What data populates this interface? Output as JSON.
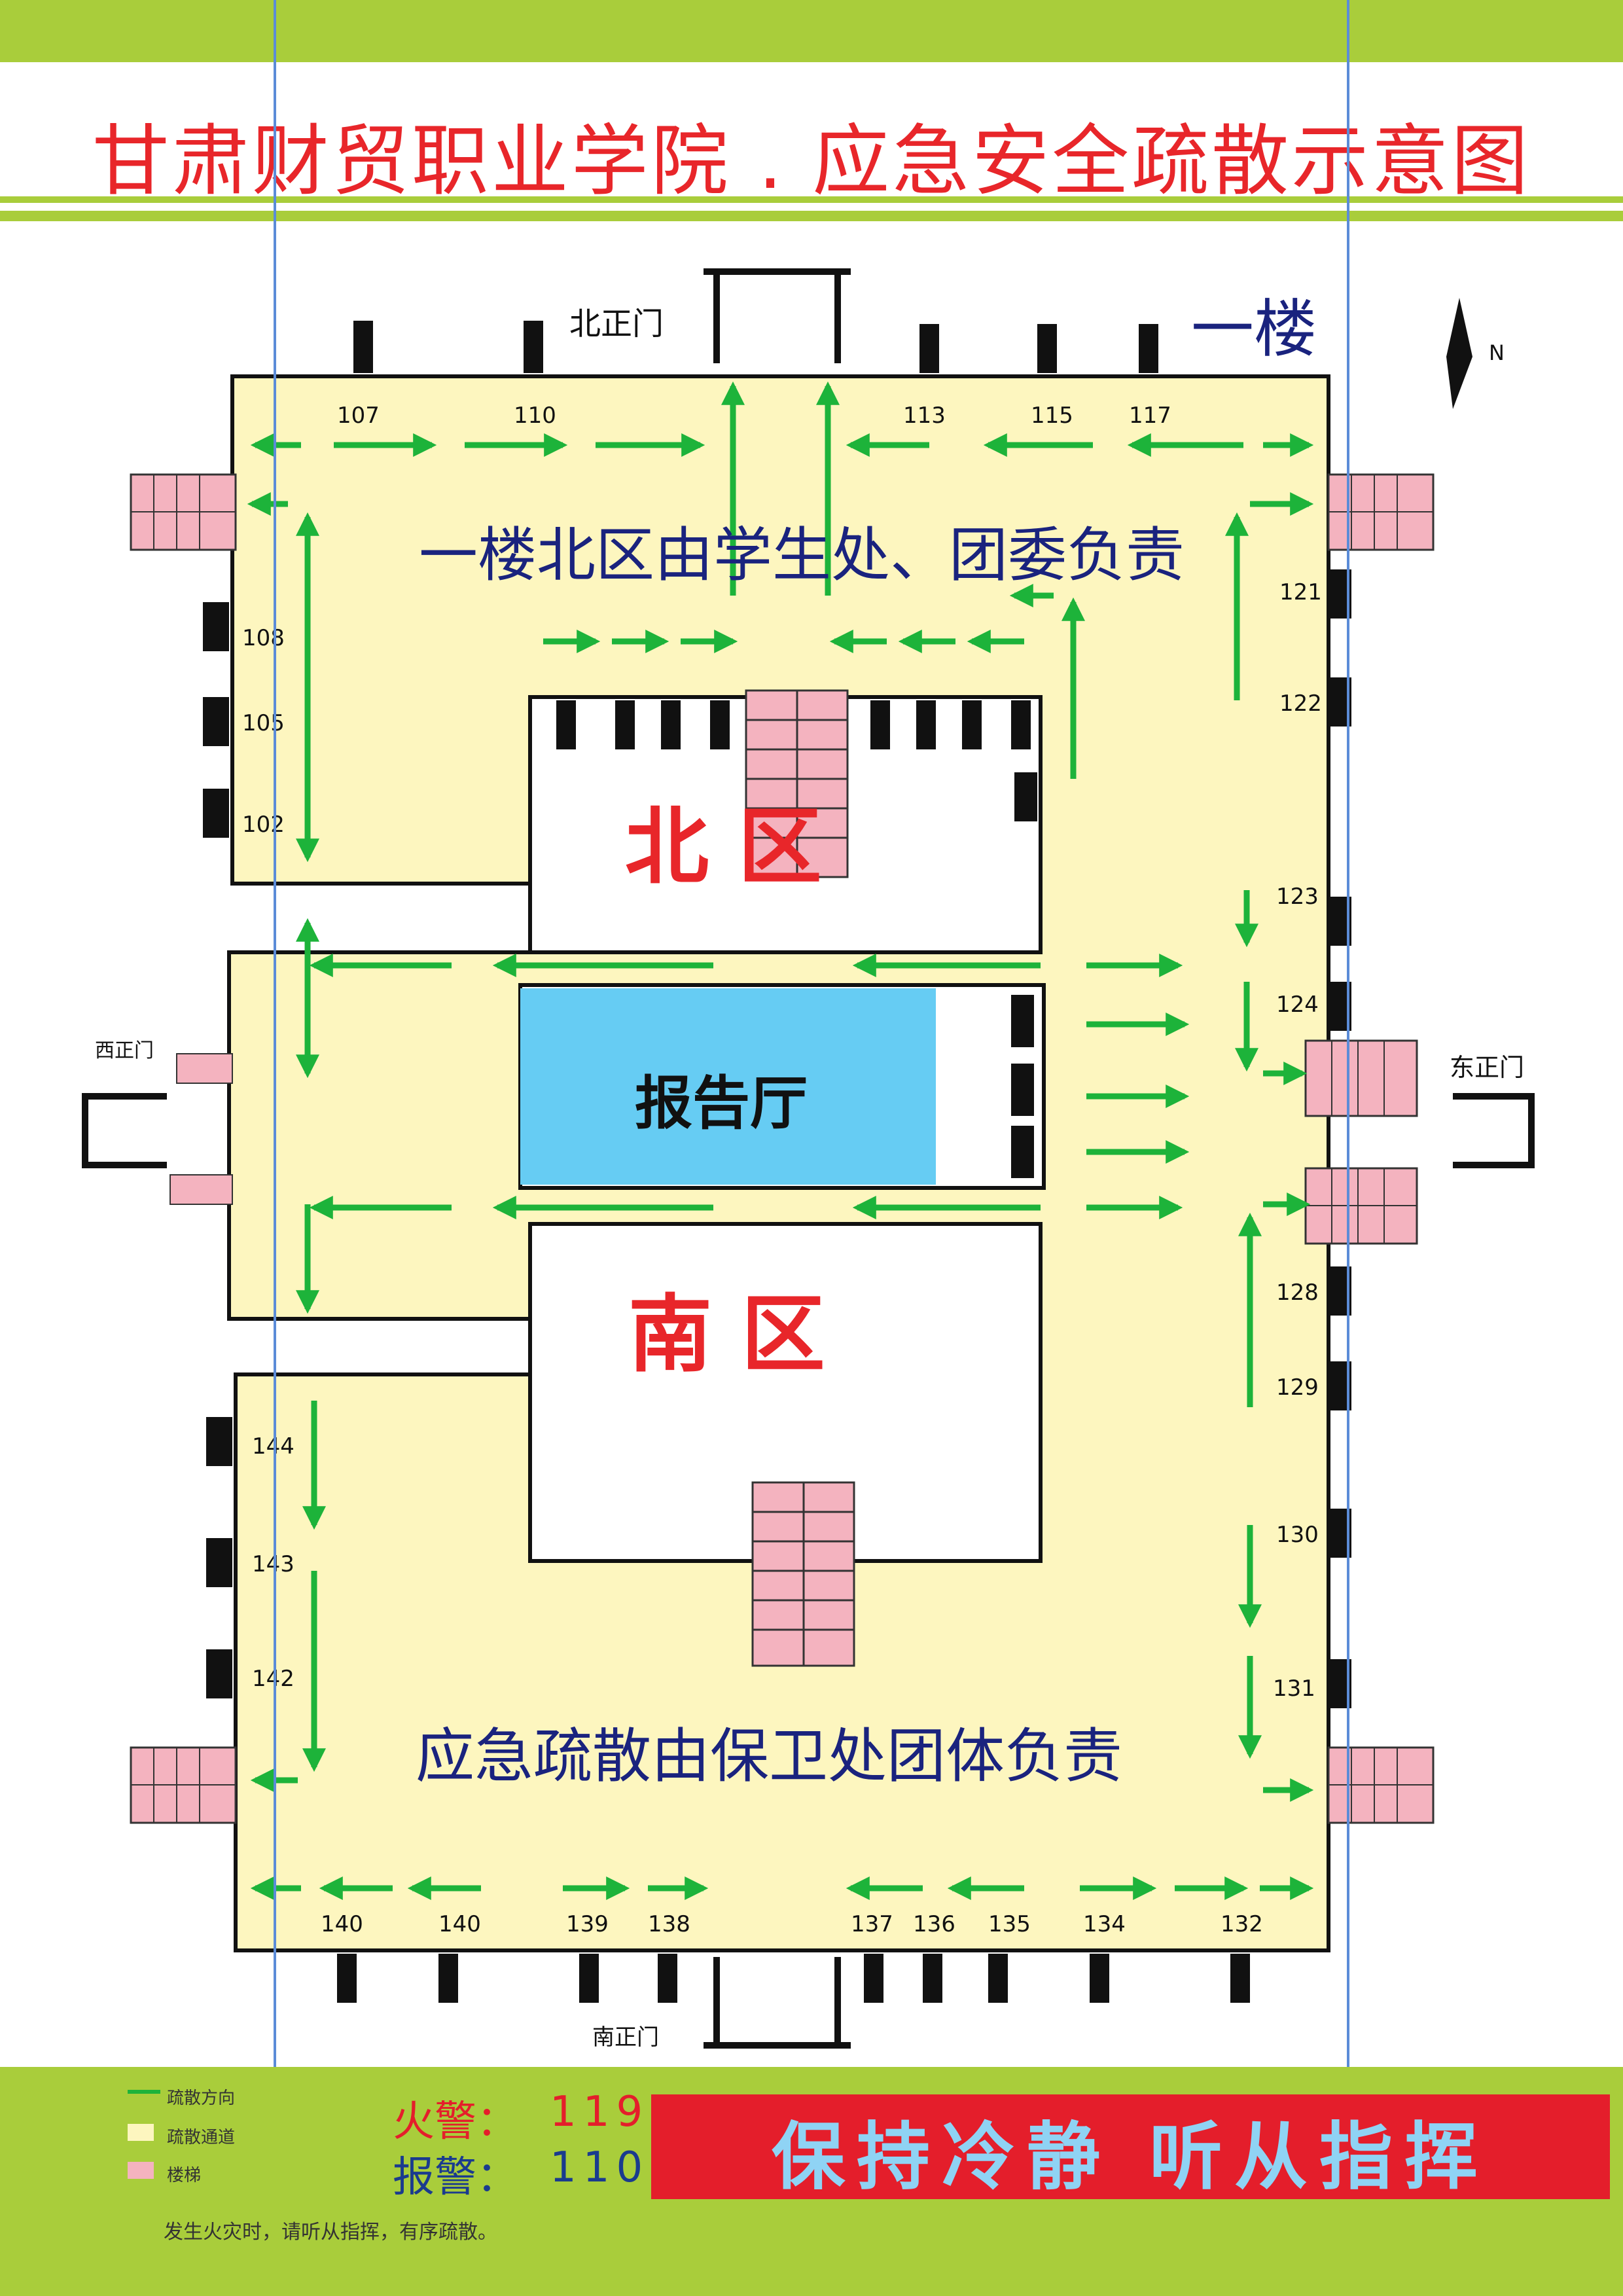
{
  "title": "甘肃财贸职业学院 . 应急安全疏散示意图",
  "floor": "一楼",
  "north_indicator": "N",
  "zones": {
    "north": "北 区",
    "south": "南   区",
    "hall": "报告厅"
  },
  "responsibility": {
    "north": "一楼北区由学生处、团委负责",
    "south": "应急疏散由保卫处团体负责"
  },
  "gates": {
    "north": "北正门",
    "south": "南正门",
    "east": "东正门",
    "west": "西正门"
  },
  "rooms": {
    "top": [
      "107",
      "110",
      "113",
      "115",
      "117"
    ],
    "left_north": [
      "108",
      "105",
      "102"
    ],
    "right": [
      "121",
      "122",
      "123",
      "124",
      "128",
      "129",
      "130",
      "131"
    ],
    "left_south": [
      "144",
      "143",
      "142"
    ],
    "bottom": [
      "140",
      "140",
      "139",
      "138",
      "137",
      "136",
      "135",
      "134",
      "132"
    ]
  },
  "legend": [
    "疏散方向",
    "疏散通道",
    "楼梯"
  ],
  "phones": {
    "fire_label": "火警：",
    "fire_number": "119",
    "police_label": "报警：",
    "police_number": "110"
  },
  "slogan": "保持冷静   听从指挥",
  "footnote": "发生火灾时，请听从指挥，有序疏散。",
  "colors": {
    "accent_green": "#a9cd3b",
    "title_red": "#e8262a",
    "floor_fill": "#fdf6bf",
    "hall_blue": "#66ccf3",
    "stair_pink": "#f4b3bf",
    "arrow_green": "#1db33a",
    "text_navy": "#1a237e"
  }
}
